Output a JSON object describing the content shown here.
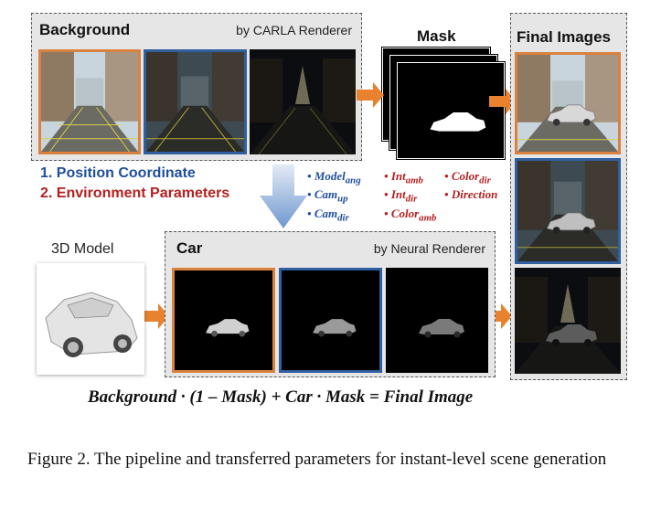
{
  "panels": {
    "background": {
      "title": "Background",
      "subtitle": "by CARLA Renderer"
    },
    "mask": {
      "title": "Mask"
    },
    "final": {
      "title": "Final Images"
    },
    "model": {
      "title": "3D Model"
    },
    "car": {
      "title": "Car",
      "subtitle": "by Neural Renderer"
    }
  },
  "params": {
    "list1": "1. Position Coordinate",
    "list2": "2. Environment Parameters",
    "model_ang": "Model",
    "model_ang_sub": "ang",
    "cam_up": "Cam",
    "cam_up_sub": "up",
    "cam_dir": "Cam",
    "cam_dir_sub": "dir",
    "int_amb": "Int",
    "int_amb_sub": "amb",
    "int_dir": "Int",
    "int_dir_sub": "dir",
    "color_amb": "Color",
    "color_amb_sub": "amb",
    "color_dir": "Color",
    "color_dir_sub": "dir",
    "direction": "Direction",
    "bullet": "•"
  },
  "equation": "Background · (1 – Mask) + Car · Mask = Final Image",
  "caption": "Figure 2. The pipeline and transferred parameters for instant-level scene generation",
  "colors": {
    "orange": "#d9823f",
    "blue": "#2f5f9e",
    "red": "#b32020",
    "listblue": "#1f4e9c"
  }
}
